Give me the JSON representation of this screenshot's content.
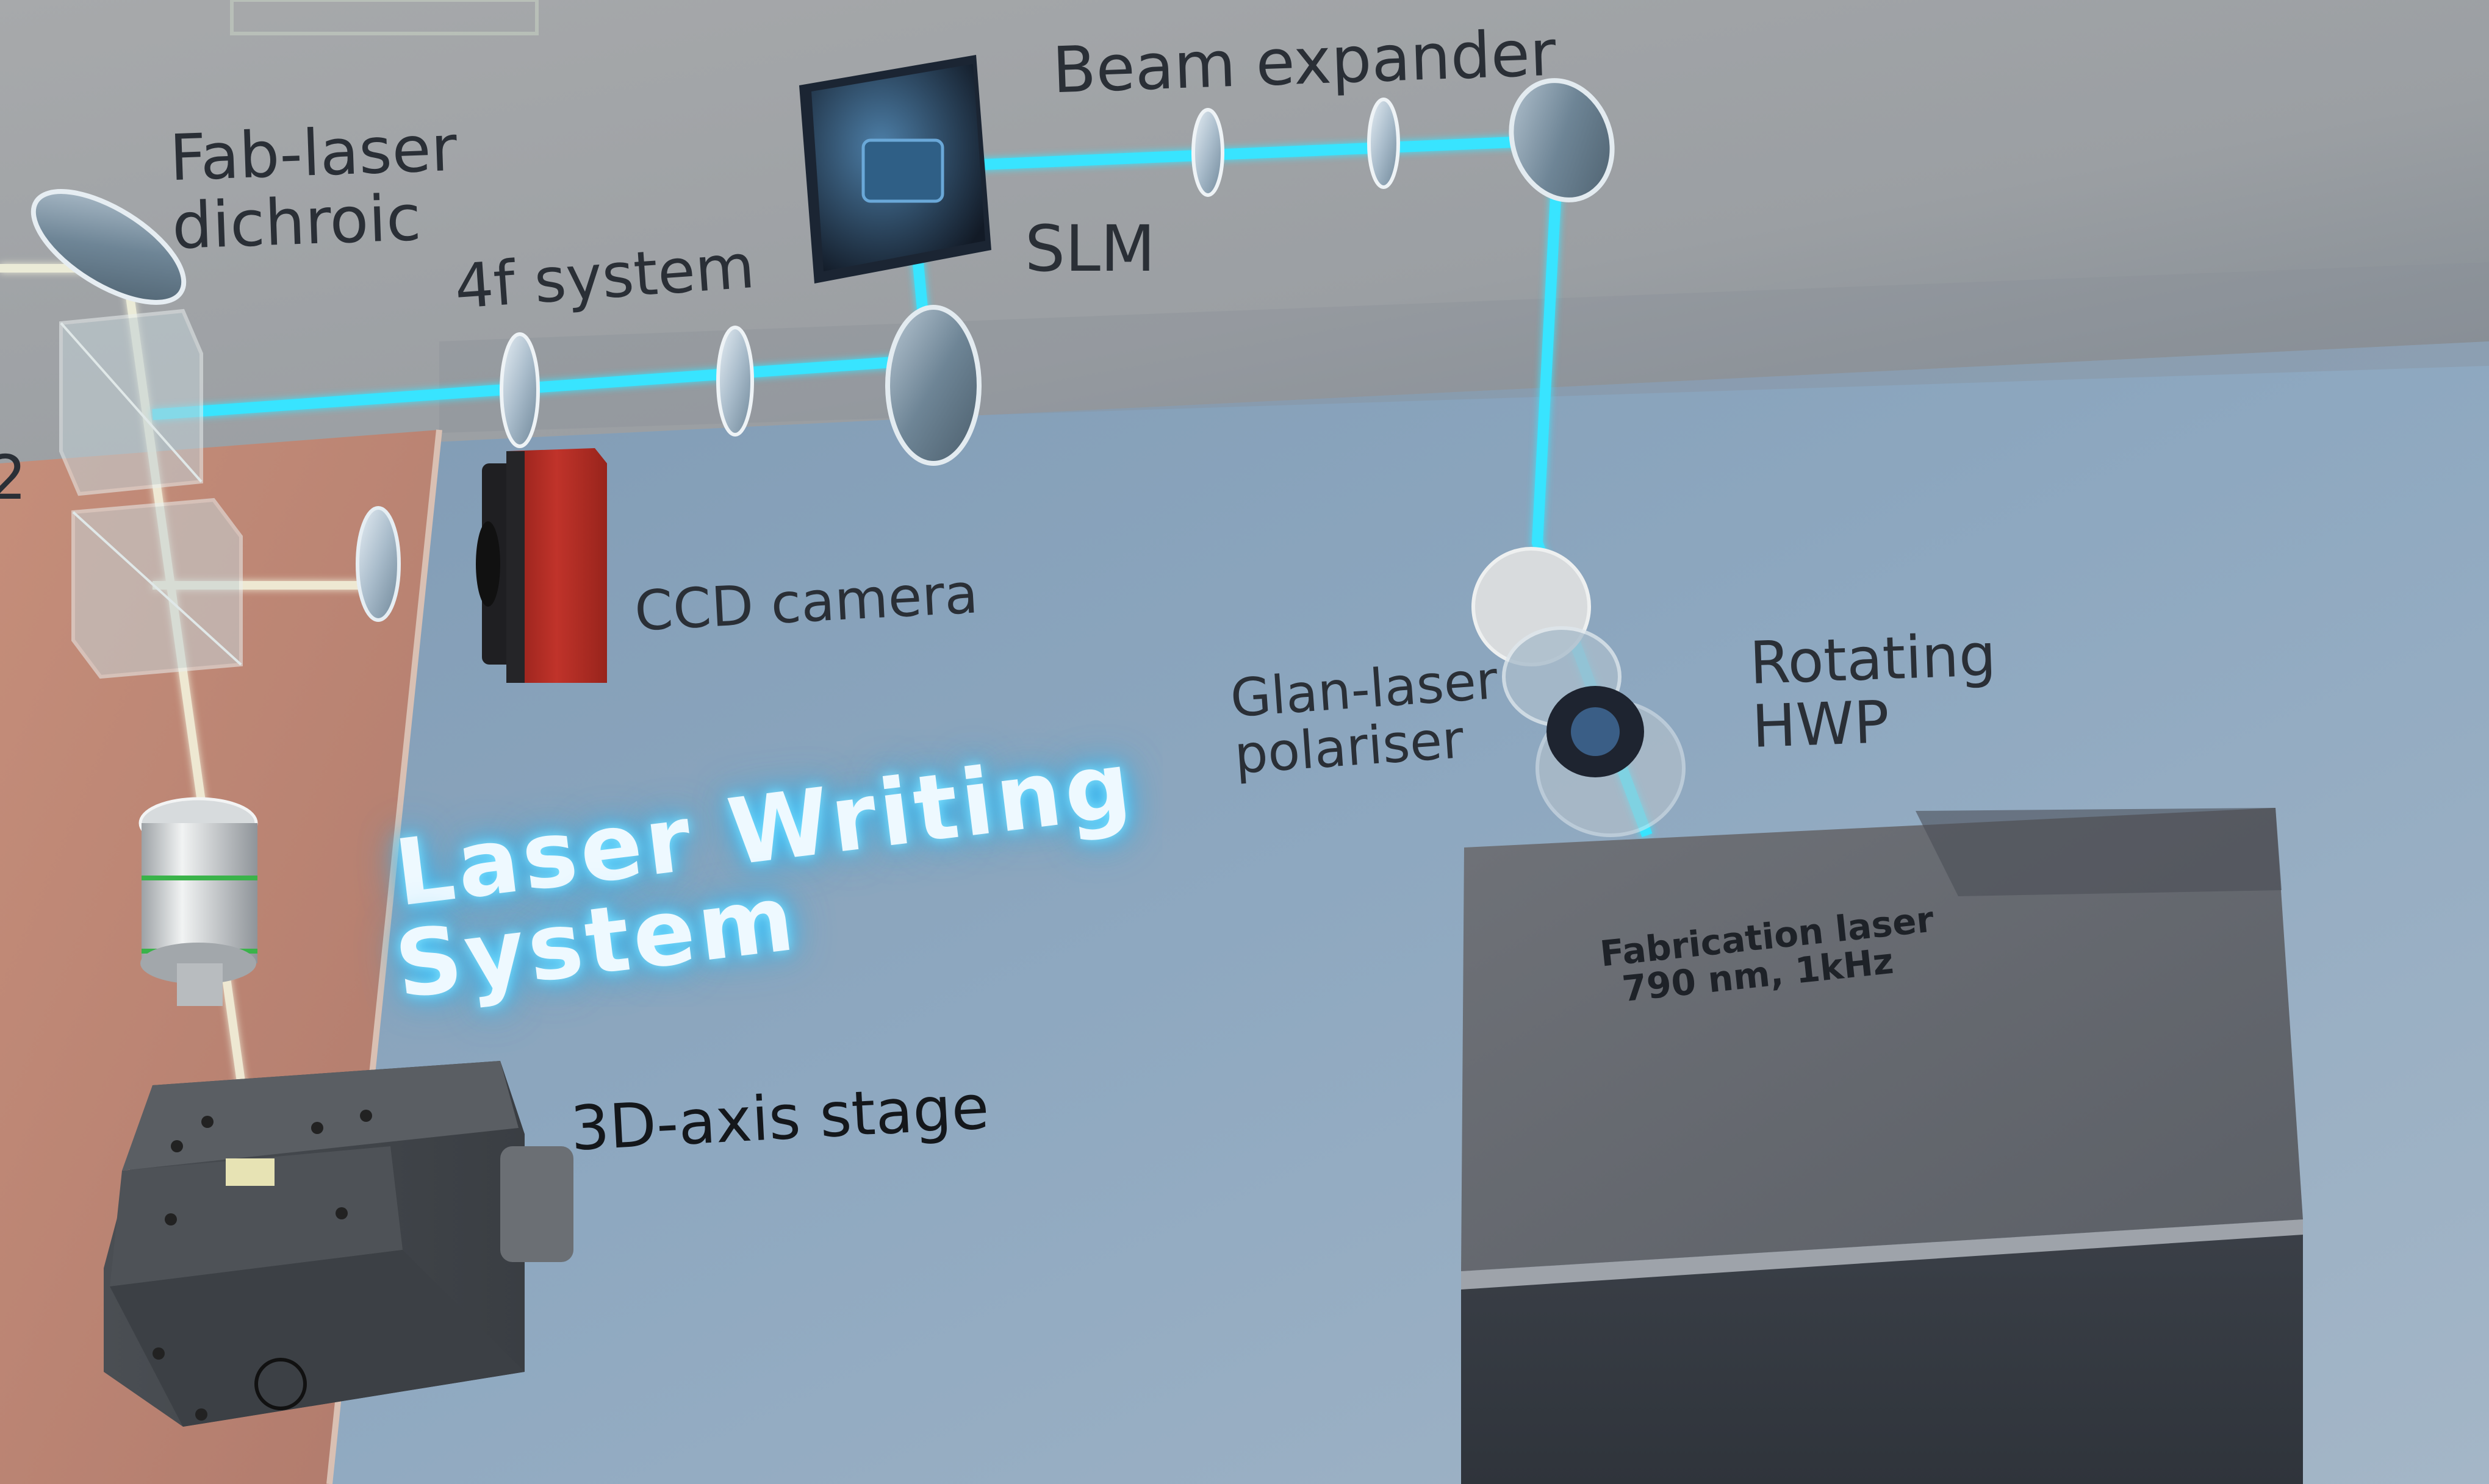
{
  "title": [
    "Laser Writing",
    "System"
  ],
  "labels": {
    "beam_expander": "Beam expander",
    "fab_dichroic": [
      "Fab-laser",
      "dichroic"
    ],
    "four_f": "4f system",
    "slm": "SLM",
    "ccd": "CCD camera",
    "glan": [
      "Glan-laser",
      "polariser"
    ],
    "hwp": [
      "Rotating",
      "HWP"
    ],
    "stage": "3D-axis stage",
    "edge_digit": "2"
  },
  "laser_box": [
    "Fabrication laser",
    "790 nm, 1kHz"
  ],
  "colors": {
    "beam": "#38e4ff",
    "back_beam": "#f2f3de",
    "floor": "#8fa6bb",
    "wall": "#9fa3a7",
    "salmon_panel": "#c38e7c",
    "camera_red": "#b02a22"
  }
}
